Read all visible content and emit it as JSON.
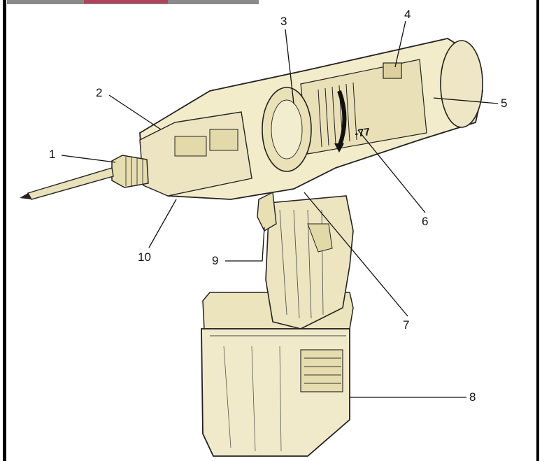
{
  "colors": {
    "body_fill": "#f2eccb",
    "body_shade": "#e2d9a8",
    "ink": "#1a1a1a",
    "frame_rule": "#000000",
    "cropped_title_ink": "#c8143a"
  },
  "diagram": {
    "subject": "cutaway-cordless-screwdriver",
    "callouts": [
      {
        "id": "callout-1",
        "label": "1"
      },
      {
        "id": "callout-2",
        "label": "2"
      },
      {
        "id": "callout-3",
        "label": "3"
      },
      {
        "id": "callout-4",
        "label": "4"
      },
      {
        "id": "callout-5",
        "label": "5"
      },
      {
        "id": "callout-6",
        "label": "6"
      },
      {
        "id": "callout-7",
        "label": "7"
      },
      {
        "id": "callout-8",
        "label": "8"
      },
      {
        "id": "callout-9",
        "label": "9"
      },
      {
        "id": "callout-10",
        "label": "10"
      }
    ],
    "body_marking": "-77"
  }
}
